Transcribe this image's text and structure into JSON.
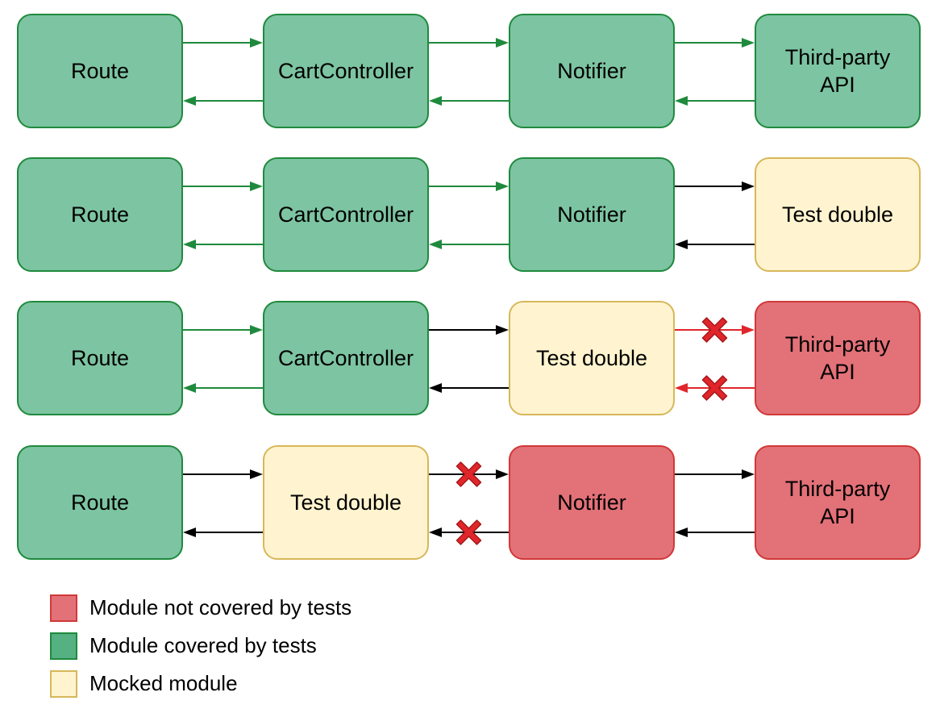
{
  "rows": [
    {
      "modules": [
        {
          "label": "Route",
          "status": "covered"
        },
        {
          "label": "CartController",
          "status": "covered"
        },
        {
          "label": "Notifier",
          "status": "covered"
        },
        {
          "label": "Third-party\nAPI",
          "status": "covered"
        }
      ],
      "links": [
        {
          "color": "green",
          "broken": false
        },
        {
          "color": "green",
          "broken": false
        },
        {
          "color": "green",
          "broken": false
        }
      ]
    },
    {
      "modules": [
        {
          "label": "Route",
          "status": "covered"
        },
        {
          "label": "CartController",
          "status": "covered"
        },
        {
          "label": "Notifier",
          "status": "covered"
        },
        {
          "label": "Test double",
          "status": "mocked"
        }
      ],
      "links": [
        {
          "color": "green",
          "broken": false
        },
        {
          "color": "green",
          "broken": false
        },
        {
          "color": "black",
          "broken": false
        }
      ]
    },
    {
      "modules": [
        {
          "label": "Route",
          "status": "covered"
        },
        {
          "label": "CartController",
          "status": "covered"
        },
        {
          "label": "Test double",
          "status": "mocked"
        },
        {
          "label": "Third-party\nAPI",
          "status": "uncovered"
        }
      ],
      "links": [
        {
          "color": "green",
          "broken": false
        },
        {
          "color": "black",
          "broken": false
        },
        {
          "color": "red",
          "broken": true
        }
      ]
    },
    {
      "modules": [
        {
          "label": "Route",
          "status": "covered"
        },
        {
          "label": "Test double",
          "status": "mocked"
        },
        {
          "label": "Notifier",
          "status": "uncovered"
        },
        {
          "label": "Third-party\nAPI",
          "status": "uncovered"
        }
      ],
      "links": [
        {
          "color": "black",
          "broken": false
        },
        {
          "color": "black",
          "broken": true
        },
        {
          "color": "black",
          "broken": false
        }
      ]
    }
  ],
  "colors": {
    "green": "#1f8a3d",
    "black": "#000000",
    "red": "#e0262b",
    "cross_fill": "#e0262b",
    "cross_stroke": "#a51818"
  },
  "legend": [
    {
      "status": "uncovered",
      "label": "Module not covered by tests"
    },
    {
      "status": "covered",
      "label": "Module covered by tests"
    },
    {
      "status": "mocked",
      "label": "Mocked module"
    }
  ]
}
